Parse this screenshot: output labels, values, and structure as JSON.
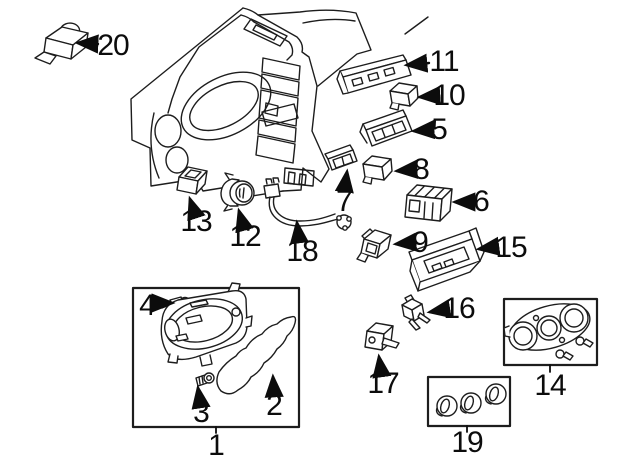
{
  "diagram": {
    "kind": "exploded-parts-diagram",
    "background_color": "#ffffff",
    "line_color": "#1d1d1d",
    "callouts": [
      {
        "number": "1"
      },
      {
        "number": "2"
      },
      {
        "number": "3"
      },
      {
        "number": "4"
      },
      {
        "number": "5"
      },
      {
        "number": "6"
      },
      {
        "number": "7"
      },
      {
        "number": "8"
      },
      {
        "number": "9"
      },
      {
        "number": "10"
      },
      {
        "number": "11"
      },
      {
        "number": "12"
      },
      {
        "number": "13"
      },
      {
        "number": "14"
      },
      {
        "number": "15"
      },
      {
        "number": "16"
      },
      {
        "number": "17"
      },
      {
        "number": "18"
      },
      {
        "number": "19"
      },
      {
        "number": "20"
      }
    ]
  }
}
